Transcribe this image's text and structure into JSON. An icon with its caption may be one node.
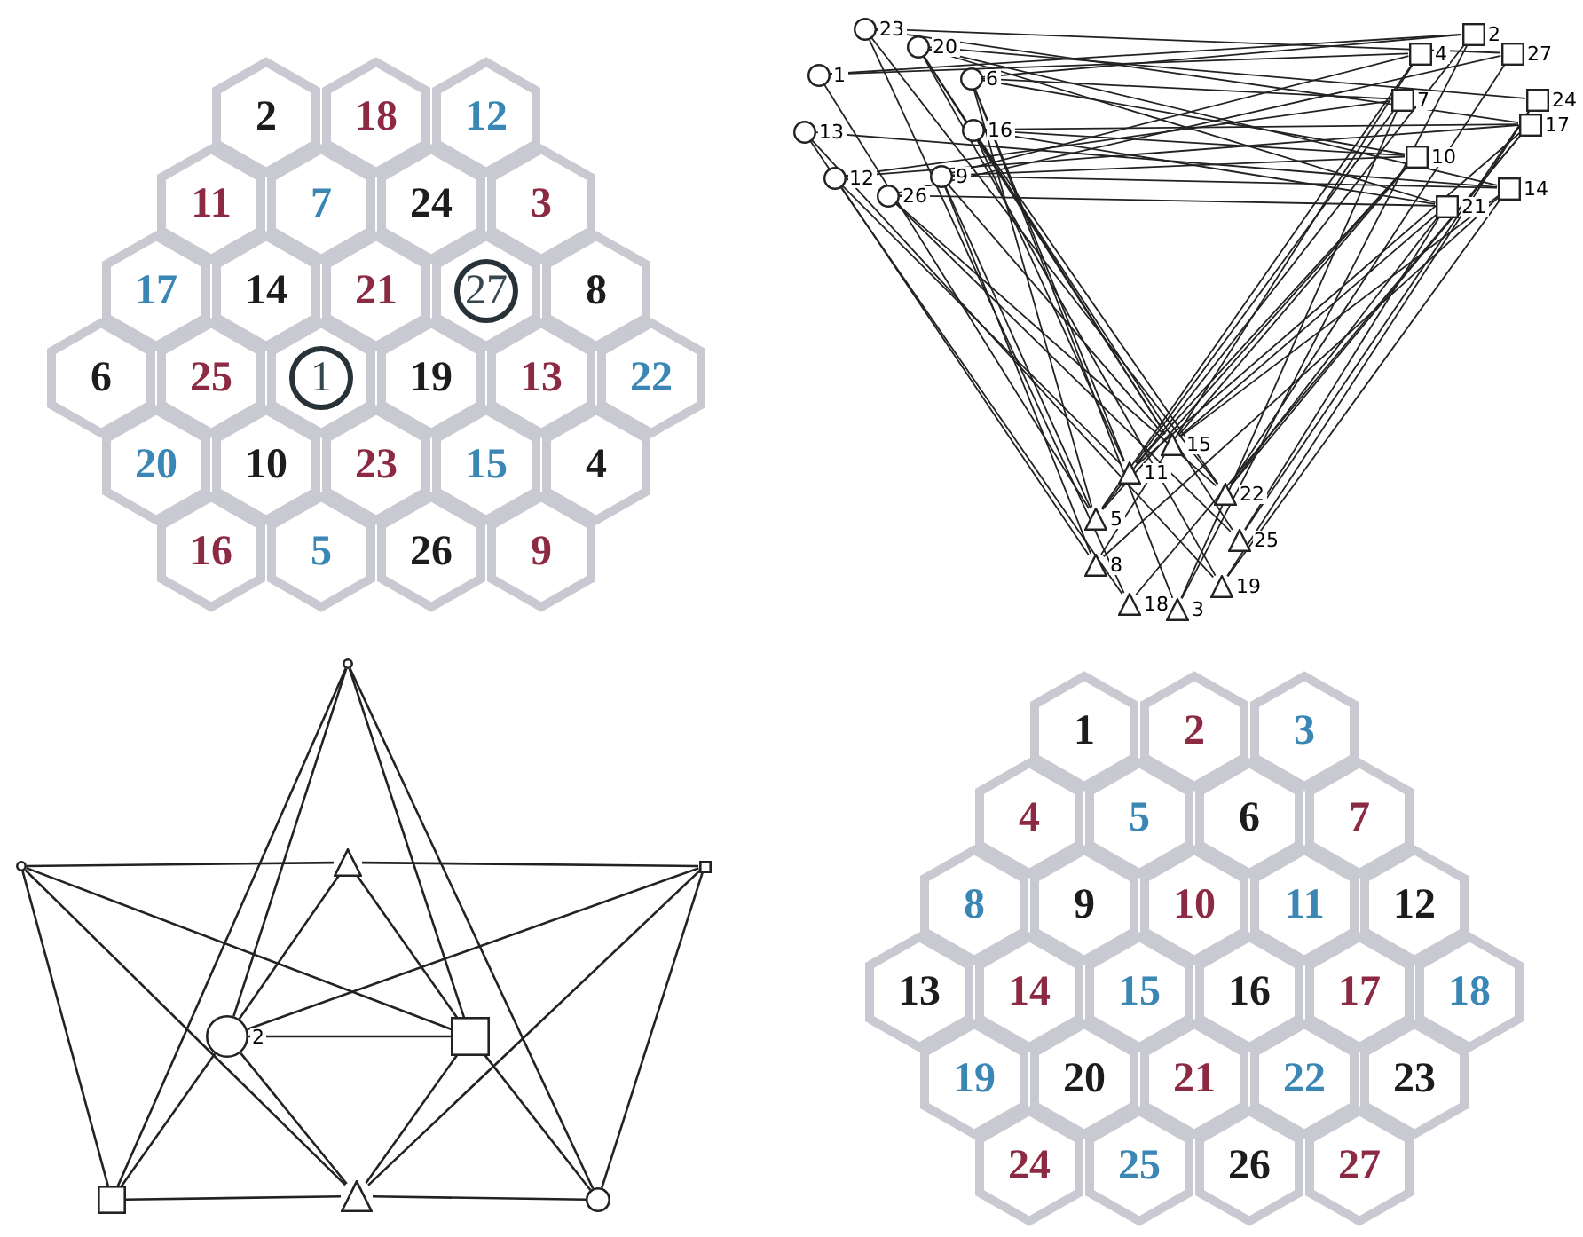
{
  "diagram": {
    "nodes": [
      {
        "text": [
          "2"
        ]
      },
      {
        "text": [
          "18"
        ]
      },
      {
        "text": [
          "12"
        ]
      },
      {
        "text": [
          "11"
        ]
      },
      {
        "text": [
          "7"
        ]
      },
      {
        "text": [
          "24"
        ]
      },
      {
        "text": [
          "3"
        ]
      },
      {
        "text": [
          "17"
        ]
      },
      {
        "text": [
          "14"
        ]
      },
      {
        "text": [
          "21"
        ]
      },
      {
        "text": [
          "27"
        ]
      },
      {
        "text": [
          "8"
        ]
      },
      {
        "text": [
          "6"
        ]
      },
      {
        "text": [
          "25"
        ]
      },
      {
        "text": [
          "1"
        ]
      },
      {
        "text": [
          "19"
        ]
      },
      {
        "text": [
          "13"
        ]
      },
      {
        "text": [
          "22"
        ]
      },
      {
        "text": [
          "20"
        ]
      },
      {
        "text": [
          "10"
        ]
      },
      {
        "text": [
          "23"
        ]
      },
      {
        "text": [
          "15"
        ]
      },
      {
        "text": [
          "4"
        ]
      },
      {
        "text": [
          "16"
        ]
      },
      {
        "text": [
          "5"
        ]
      },
      {
        "text": [
          "26"
        ]
      },
      {
        "text": [
          "9"
        ]
      },
      {
        "text": [
          "23"
        ]
      },
      {
        "text": [
          "20"
        ]
      },
      {
        "text": [
          "2"
        ]
      },
      {
        "text": [
          "4"
        ]
      },
      {
        "text": [
          "27"
        ]
      },
      {
        "text": [
          "1"
        ]
      },
      {
        "text": [
          "6"
        ]
      },
      {
        "text": [
          "7"
        ]
      },
      {
        "text": [
          "24"
        ]
      },
      {
        "text": [
          "13"
        ]
      },
      {
        "text": [
          "16"
        ]
      },
      {
        "text": [
          "10"
        ]
      },
      {
        "text": [
          "17"
        ]
      },
      {
        "text": [
          "12"
        ]
      },
      {
        "text": [
          "9"
        ]
      },
      {
        "text": [
          "21"
        ]
      },
      {
        "text": [
          "14"
        ]
      },
      {
        "text": [
          "26"
        ]
      },
      {
        "text": [
          "15"
        ]
      },
      {
        "text": [
          "11"
        ]
      },
      {
        "text": [
          "22"
        ]
      },
      {
        "text": [
          "5"
        ]
      },
      {
        "text": [
          "25"
        ]
      },
      {
        "text": [
          "8"
        ]
      },
      {
        "text": [
          "19"
        ]
      },
      {
        "text": [
          "18"
        ]
      },
      {
        "text": [
          "3"
        ]
      },
      {
        "text": [],
        "shape": "circle"
      },
      {
        "text": [],
        "shape": "circle"
      },
      {
        "text": [],
        "shape": "box"
      },
      {
        "text": [],
        "shape": "triangle"
      },
      {
        "text": [
          "2"
        ]
      },
      {
        "text": [],
        "shape": "box"
      },
      {
        "text": [],
        "shape": "box"
      },
      {
        "text": [],
        "shape": "triangle"
      },
      {
        "text": [],
        "shape": "circle"
      },
      {
        "text": [
          "1"
        ]
      },
      {
        "text": [
          "2"
        ]
      },
      {
        "text": [
          "3"
        ]
      },
      {
        "text": [
          "4"
        ]
      },
      {
        "text": [
          "5"
        ]
      },
      {
        "text": [
          "6"
        ]
      },
      {
        "text": [
          "7"
        ]
      },
      {
        "text": [
          "8"
        ]
      },
      {
        "text": [
          "9"
        ]
      },
      {
        "text": [
          "10"
        ]
      },
      {
        "text": [
          "11"
        ]
      },
      {
        "text": [
          "12"
        ]
      },
      {
        "text": [
          "13"
        ]
      },
      {
        "text": [
          "14"
        ]
      },
      {
        "text": [
          "15"
        ]
      },
      {
        "text": [
          "16"
        ]
      },
      {
        "text": [
          "17"
        ]
      },
      {
        "text": [
          "18"
        ]
      },
      {
        "text": [
          "19"
        ]
      },
      {
        "text": [
          "20"
        ]
      },
      {
        "text": [
          "21"
        ]
      },
      {
        "text": [
          "22"
        ]
      },
      {
        "text": [
          "23"
        ]
      },
      {
        "text": [
          "24"
        ]
      },
      {
        "text": [
          "25"
        ]
      },
      {
        "text": [
          "26"
        ]
      },
      {
        "text": [
          "27"
        ]
      }
    ],
    "edges": [
      {
        "from": 32,
        "to": 29,
        "arrow": "none"
      },
      {
        "from": 29,
        "to": 53,
        "arrow": "none"
      },
      {
        "from": 30,
        "to": 48,
        "arrow": "none"
      },
      {
        "from": 48,
        "to": 33,
        "arrow": "none"
      },
      {
        "from": 33,
        "to": 34,
        "arrow": "none"
      },
      {
        "from": 50,
        "to": 41,
        "arrow": "none"
      },
      {
        "from": 41,
        "to": 38,
        "arrow": "none"
      },
      {
        "from": 38,
        "to": 46,
        "arrow": "none"
      },
      {
        "from": 46,
        "to": 40,
        "arrow": "none"
      },
      {
        "from": 36,
        "to": 43,
        "arrow": "none"
      },
      {
        "from": 43,
        "to": 45,
        "arrow": "none"
      },
      {
        "from": 45,
        "to": 37,
        "arrow": "none"
      },
      {
        "from": 37,
        "to": 39,
        "arrow": "none"
      },
      {
        "from": 39,
        "to": 52,
        "arrow": "none"
      },
      {
        "from": 51,
        "to": 28,
        "arrow": "none"
      },
      {
        "from": 28,
        "to": 42,
        "arrow": "none"
      },
      {
        "from": 42,
        "to": 47,
        "arrow": "none"
      },
      {
        "from": 47,
        "to": 27,
        "arrow": "none"
      },
      {
        "from": 35,
        "to": 49,
        "arrow": "none"
      },
      {
        "from": 49,
        "to": 44,
        "arrow": "none"
      },
      {
        "from": 44,
        "to": 31,
        "arrow": "none"
      },
      {
        "from": 32,
        "to": 30,
        "arrow": "none"
      },
      {
        "from": 32,
        "to": 48,
        "arrow": "none"
      },
      {
        "from": 29,
        "to": 48,
        "arrow": "none"
      },
      {
        "from": 29,
        "to": 33,
        "arrow": "none"
      },
      {
        "from": 53,
        "to": 33,
        "arrow": "none"
      },
      {
        "from": 53,
        "to": 34,
        "arrow": "none"
      },
      {
        "from": 30,
        "to": 50,
        "arrow": "none"
      },
      {
        "from": 30,
        "to": 41,
        "arrow": "none"
      },
      {
        "from": 48,
        "to": 41,
        "arrow": "none"
      },
      {
        "from": 48,
        "to": 38,
        "arrow": "none"
      },
      {
        "from": 33,
        "to": 38,
        "arrow": "none"
      },
      {
        "from": 33,
        "to": 46,
        "arrow": "none"
      },
      {
        "from": 34,
        "to": 46,
        "arrow": "none"
      },
      {
        "from": 34,
        "to": 40,
        "arrow": "none"
      },
      {
        "from": 50,
        "to": 36,
        "arrow": "none"
      },
      {
        "from": 50,
        "to": 43,
        "arrow": "none"
      },
      {
        "from": 41,
        "to": 43,
        "arrow": "none"
      },
      {
        "from": 41,
        "to": 45,
        "arrow": "none"
      },
      {
        "from": 38,
        "to": 45,
        "arrow": "none"
      },
      {
        "from": 38,
        "to": 37,
        "arrow": "none"
      },
      {
        "from": 46,
        "to": 37,
        "arrow": "none"
      },
      {
        "from": 46,
        "to": 39,
        "arrow": "none"
      },
      {
        "from": 40,
        "to": 39,
        "arrow": "none"
      },
      {
        "from": 40,
        "to": 52,
        "arrow": "none"
      },
      {
        "from": 36,
        "to": 51,
        "arrow": "none"
      },
      {
        "from": 43,
        "to": 51,
        "arrow": "none"
      },
      {
        "from": 43,
        "to": 28,
        "arrow": "none"
      },
      {
        "from": 45,
        "to": 28,
        "arrow": "none"
      },
      {
        "from": 45,
        "to": 42,
        "arrow": "none"
      },
      {
        "from": 37,
        "to": 42,
        "arrow": "none"
      },
      {
        "from": 37,
        "to": 47,
        "arrow": "none"
      },
      {
        "from": 39,
        "to": 47,
        "arrow": "none"
      },
      {
        "from": 39,
        "to": 27,
        "arrow": "none"
      },
      {
        "from": 52,
        "to": 27,
        "arrow": "none"
      },
      {
        "from": 51,
        "to": 35,
        "arrow": "none"
      },
      {
        "from": 28,
        "to": 35,
        "arrow": "none"
      },
      {
        "from": 28,
        "to": 49,
        "arrow": "none"
      },
      {
        "from": 42,
        "to": 49,
        "arrow": "none"
      },
      {
        "from": 42,
        "to": 44,
        "arrow": "none"
      },
      {
        "from": 47,
        "to": 44,
        "arrow": "none"
      },
      {
        "from": 47,
        "to": 31,
        "arrow": "none"
      },
      {
        "from": 27,
        "to": 31,
        "arrow": "none"
      },
      {
        "from": 54,
        "to": 58,
        "arrow": "none"
      },
      {
        "from": 54,
        "to": 60,
        "arrow": "none"
      },
      {
        "from": 54,
        "to": 59,
        "arrow": "none"
      },
      {
        "from": 54,
        "to": 62,
        "arrow": "none"
      },
      {
        "from": 55,
        "to": 57,
        "arrow": "none"
      },
      {
        "from": 57,
        "to": 56,
        "arrow": "none"
      },
      {
        "from": 55,
        "to": 60,
        "arrow": "none"
      },
      {
        "from": 55,
        "to": 61,
        "arrow": "none"
      },
      {
        "from": 55,
        "to": 59,
        "arrow": "none"
      },
      {
        "from": 56,
        "to": 58,
        "arrow": "none"
      },
      {
        "from": 56,
        "to": 61,
        "arrow": "none"
      },
      {
        "from": 56,
        "to": 62,
        "arrow": "none"
      },
      {
        "from": 57,
        "to": 58,
        "arrow": "none"
      },
      {
        "from": 57,
        "to": 59,
        "arrow": "none"
      },
      {
        "from": 58,
        "to": 59,
        "arrow": "none"
      },
      {
        "from": 58,
        "to": 60,
        "arrow": "none"
      },
      {
        "from": 58,
        "to": 61,
        "arrow": "none"
      },
      {
        "from": 59,
        "to": 61,
        "arrow": "none"
      },
      {
        "from": 59,
        "to": 62,
        "arrow": "none"
      },
      {
        "from": 60,
        "to": 61,
        "arrow": "none"
      },
      {
        "from": 61,
        "to": 62,
        "arrow": "none"
      }
    ]
  }
}
